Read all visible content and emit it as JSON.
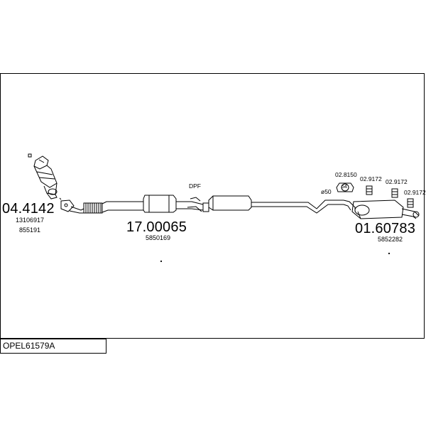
{
  "parts": [
    {
      "id": "front-pipe",
      "number": "04.4142",
      "oem": [
        "13106917",
        "855191"
      ]
    },
    {
      "id": "middle-pipe",
      "number": "17.00065",
      "oem": [
        "5850169"
      ]
    },
    {
      "id": "rear-silencer",
      "number": "01.60783",
      "oem": [
        "5852282"
      ]
    }
  ],
  "mounts": [
    "02.8150",
    "02.9172",
    "02.9172",
    "02.9172"
  ],
  "labels": {
    "dpf": "DPF",
    "diameter": "ø50",
    "bracket_size": "54"
  },
  "reference": "OPEL61579A",
  "colors": {
    "line": "#000000",
    "background": "#ffffff"
  }
}
